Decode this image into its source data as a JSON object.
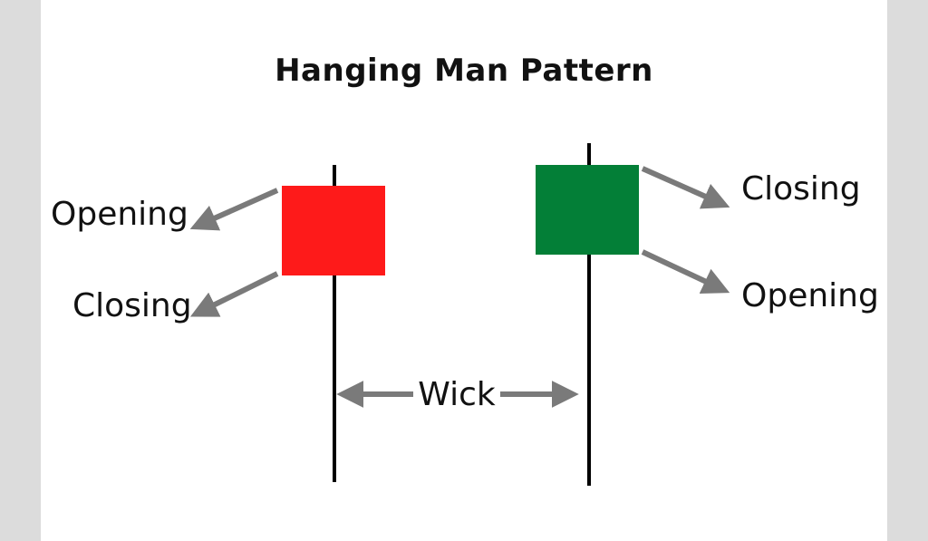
{
  "title": "Hanging Man Pattern",
  "colors": {
    "bearish": "#fe1a1a",
    "bullish": "#037f37",
    "arrow": "#7a7a7a",
    "wick": "#000000"
  },
  "bearish_candle": {
    "upper_label": "Opening",
    "lower_label": "Closing"
  },
  "bullish_candle": {
    "upper_label": "Closing",
    "lower_label": "Opening"
  },
  "wick_label": "Wick"
}
